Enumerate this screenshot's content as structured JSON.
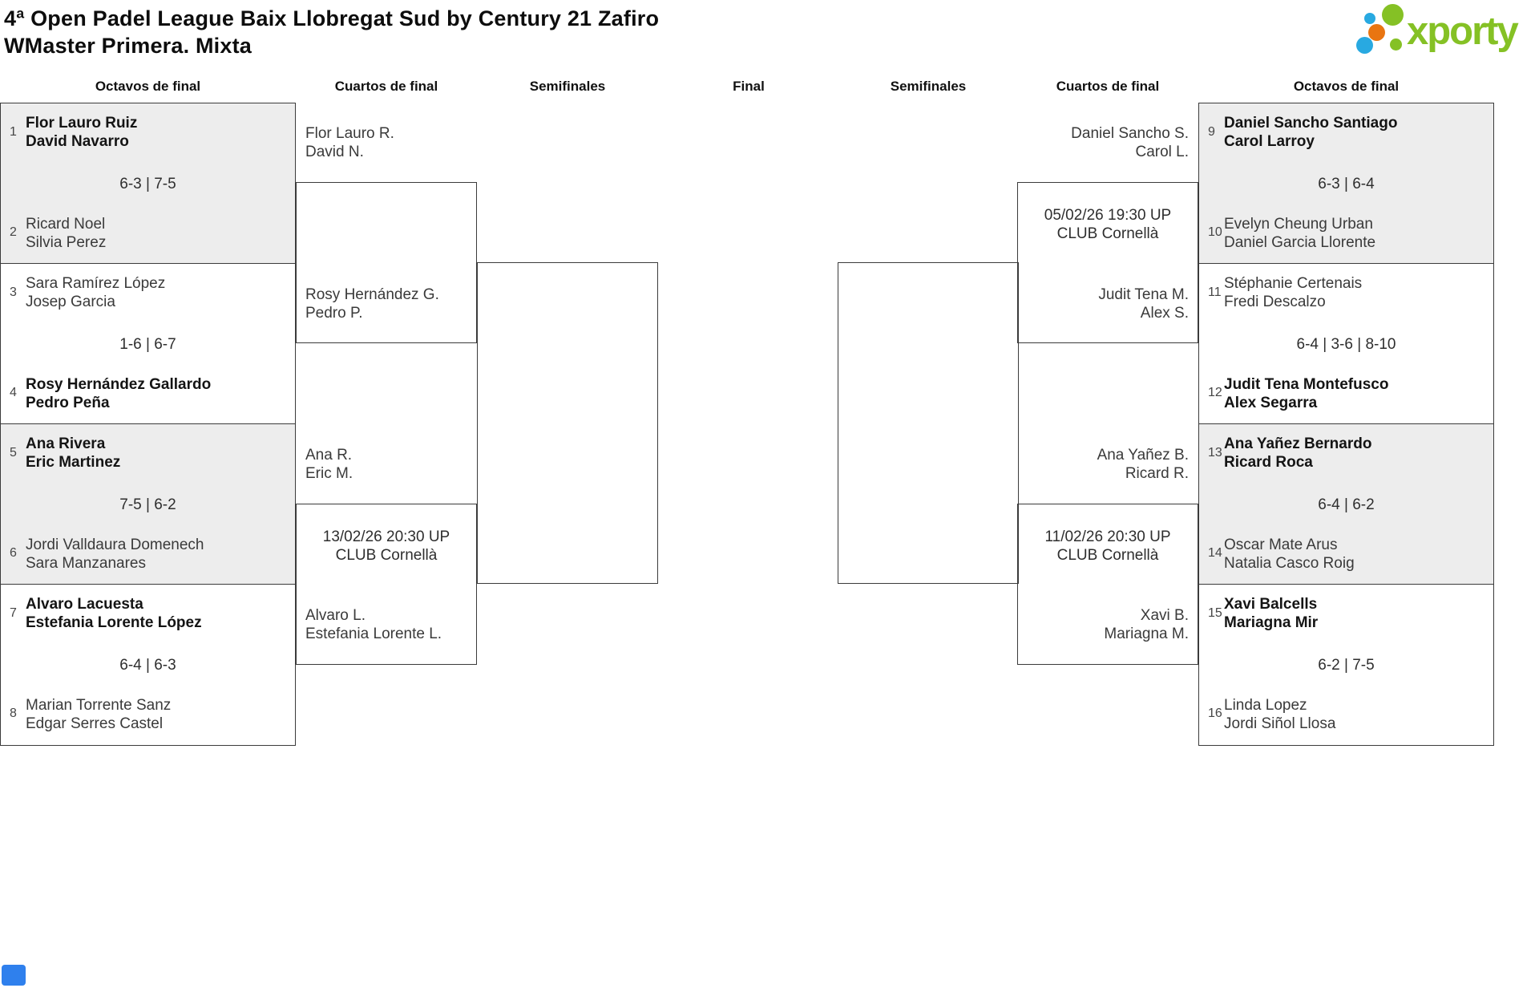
{
  "title": {
    "line1": "4ª Open Padel League Baix Llobregat Sud by Century 21 Zafiro",
    "line2": "WMaster Primera. Mixta"
  },
  "logo": {
    "text": "xporty"
  },
  "round_headers": [
    "Octavos de final",
    "Cuartos de final",
    "Semifinales",
    "Final",
    "Semifinales",
    "Cuartos de final",
    "Octavos de final"
  ],
  "matches": {
    "m1": {
      "seed_top": "1",
      "team_top": [
        "Flor Lauro Ruiz",
        "David Navarro"
      ],
      "score": "6-3 | 7-5",
      "seed_bottom": "2",
      "team_bottom": [
        "Ricard Noel",
        "Silvia Perez"
      ]
    },
    "m2": {
      "seed_top": "3",
      "team_top": [
        "Sara Ramírez López",
        "Josep Garcia"
      ],
      "score": "1-6 | 6-7",
      "seed_bottom": "4",
      "team_bottom": [
        "Rosy Hernández Gallardo",
        "Pedro Peña"
      ]
    },
    "m3": {
      "seed_top": "5",
      "team_top": [
        "Ana Rivera",
        "Eric Martinez"
      ],
      "score": "7-5 | 6-2",
      "seed_bottom": "6",
      "team_bottom": [
        "Jordi Valldaura Domenech",
        "Sara Manzanares"
      ]
    },
    "m4": {
      "seed_top": "7",
      "team_top": [
        "Alvaro Lacuesta",
        "Estefania Lorente López"
      ],
      "score": "6-4 | 6-3",
      "seed_bottom": "8",
      "team_bottom": [
        "Marian Torrente Sanz",
        "Edgar Serres Castel"
      ]
    },
    "m5": {
      "seed_top": "9",
      "team_top": [
        "Daniel Sancho Santiago",
        "Carol Larroy"
      ],
      "score": "6-3 | 6-4",
      "seed_bottom": "10",
      "team_bottom": [
        "Evelyn Cheung Urban",
        "Daniel Garcia Llorente"
      ]
    },
    "m6": {
      "seed_top": "11",
      "team_top": [
        "Stéphanie Certenais",
        "Fredi Descalzo"
      ],
      "score": "6-4 | 3-6 | 8-10",
      "seed_bottom": "12",
      "team_bottom": [
        "Judit Tena Montefusco",
        "Alex Segarra"
      ]
    },
    "m7": {
      "seed_top": "13",
      "team_top": [
        "Ana Yañez Bernardo",
        "Ricard Roca"
      ],
      "score": "6-4 | 6-2",
      "seed_bottom": "14",
      "team_bottom": [
        "Oscar Mate Arus",
        "Natalia Casco Roig"
      ]
    },
    "m8": {
      "seed_top": "15",
      "team_top": [
        "Xavi Balcells",
        "Mariagna Mir"
      ],
      "score": "6-2 | 7-5",
      "seed_bottom": "16",
      "team_bottom": [
        "Linda Lopez",
        "Jordi Siñol Llosa"
      ]
    }
  },
  "quarterfinals": {
    "left_top": {
      "team_top": [
        "Flor Lauro R.",
        "David N."
      ],
      "team_bottom": [
        "Rosy Hernández G.",
        "Pedro P."
      ]
    },
    "left_bottom": {
      "team_top": [
        "Ana R.",
        "Eric M."
      ],
      "team_bottom": [
        "Alvaro L.",
        "Estefania Lorente L."
      ],
      "schedule": [
        "13/02/26 20:30 UP",
        "CLUB Cornellà"
      ]
    },
    "right_top": {
      "team_top": [
        "Daniel Sancho S.",
        "Carol L."
      ],
      "team_bottom": [
        "Judit Tena M.",
        "Alex S."
      ],
      "schedule": [
        "05/02/26 19:30 UP",
        "CLUB Cornellà"
      ]
    },
    "right_bottom": {
      "team_top": [
        "Ana Yañez B.",
        "Ricard R."
      ],
      "team_bottom": [
        "Xavi B.",
        "Mariagna M."
      ],
      "schedule": [
        "11/02/26 20:30 UP",
        "CLUB Cornellà"
      ]
    }
  },
  "colors": {
    "logo_green": "#85c125",
    "logo_orange": "#e97511",
    "logo_blue": "#28a9e1",
    "shaded_box": "#ededed",
    "line": "#3b3b3b",
    "badge_blue": "#2f80ed"
  }
}
